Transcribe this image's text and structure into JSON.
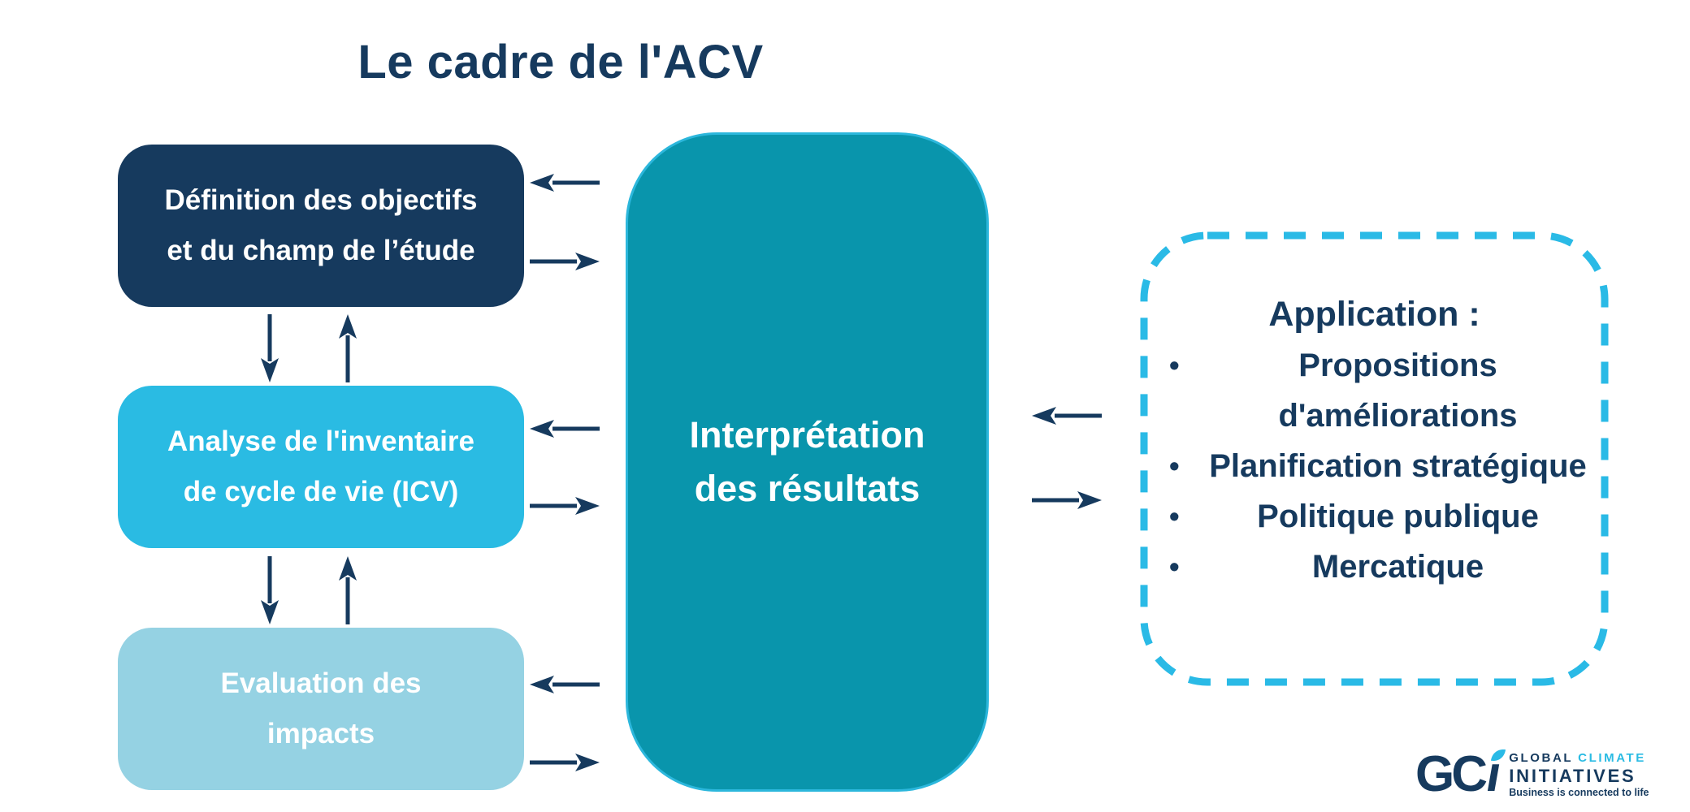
{
  "title": "Le cadre de l'ACV",
  "stages": [
    {
      "name": "definition",
      "lines": [
        "Définition des objectifs",
        "et du champ de l’étude"
      ]
    },
    {
      "name": "inventaire",
      "lines": [
        "Analyse de l'inventaire",
        "de cycle de vie (ICV)"
      ]
    },
    {
      "name": "impacts",
      "lines": [
        "Evaluation des",
        "impacts"
      ]
    }
  ],
  "center": {
    "lines": [
      "Interprétation",
      "des résultats"
    ]
  },
  "application": {
    "title": "Application :",
    "bullet": "•",
    "items": [
      "Propositions d'améliorations",
      "Planification stratégique",
      "Politique publique",
      "Mercatique"
    ]
  },
  "logo": {
    "monogram": "GC",
    "monogram_i": "ı",
    "global": "GLOBAL",
    "climate": "CLIMATE",
    "initiatives": "INITIATIVES",
    "tagline": "Business is connected to life"
  },
  "colors": {
    "navy": "#163A5E",
    "cyan": "#2ABBE3",
    "light_blue": "#95D2E3",
    "teal": "#0995AC",
    "teal_border": "#2CB7DC",
    "dash": "#2ABAE6",
    "white": "#FFFFFF"
  }
}
